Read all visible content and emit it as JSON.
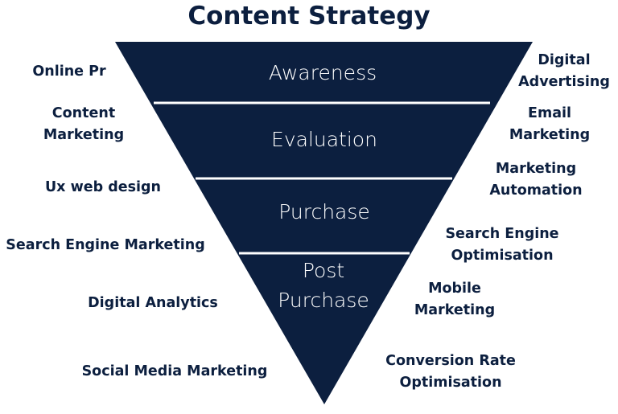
{
  "title": "Content Strategy",
  "colors": {
    "funnel": "#0c1f3f",
    "text": "#0c1f3f",
    "divider": "#ffffff"
  },
  "stages": [
    "Awareness",
    "Evaluation",
    "Purchase",
    "Post\nPurchase"
  ],
  "left_labels": [
    "Online Pr",
    "Content\nMarketing",
    "Ux web design",
    "Search Engine Marketing",
    "Digital Analytics",
    "Social Media Marketing"
  ],
  "right_labels": [
    "Digital\nAdvertising",
    "Email\nMarketing",
    "Marketing\nAutomation",
    "Search Engine\nOptimisation",
    "Mobile\nMarketing",
    "Conversion Rate\nOptimisation"
  ]
}
